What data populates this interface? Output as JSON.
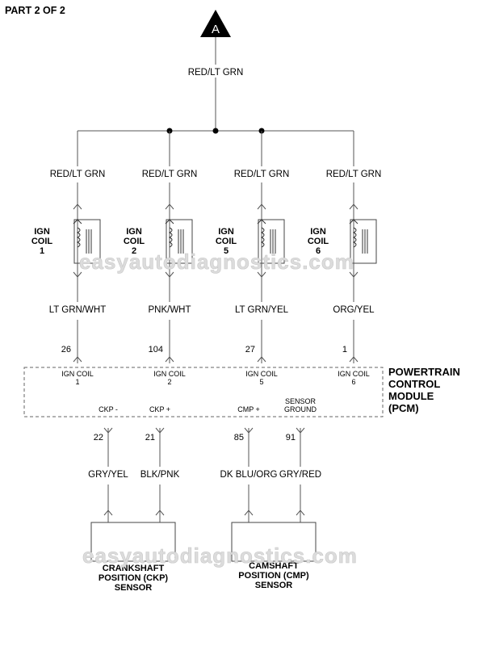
{
  "header": {
    "part": "PART 2 OF 2"
  },
  "connector": {
    "label": "A"
  },
  "feed_wire": "RED/LT GRN",
  "coils": [
    {
      "name": [
        "IGN",
        "COIL",
        "1"
      ],
      "supply_wire": "RED/LT GRN",
      "ctrl_wire": "LT GRN/WHT",
      "pcm_pin": "26",
      "pcm_label": [
        "IGN COIL",
        "1"
      ]
    },
    {
      "name": [
        "IGN",
        "COIL",
        "2"
      ],
      "supply_wire": "RED/LT GRN",
      "ctrl_wire": "PNK/WHT",
      "pcm_pin": "104",
      "pcm_label": [
        "IGN COIL",
        "2"
      ]
    },
    {
      "name": [
        "IGN",
        "COIL",
        "5"
      ],
      "supply_wire": "RED/LT GRN",
      "ctrl_wire": "LT GRN/YEL",
      "pcm_pin": "27",
      "pcm_label": [
        "IGN COIL",
        "5"
      ]
    },
    {
      "name": [
        "IGN",
        "COIL",
        "6"
      ],
      "supply_wire": "RED/LT GRN",
      "ctrl_wire": "ORG/YEL",
      "pcm_pin": "1",
      "pcm_label": [
        "IGN COIL",
        "6"
      ]
    }
  ],
  "pcm": {
    "title": [
      "POWERTRAIN",
      "CONTROL",
      "MODULE",
      "(PCM)"
    ]
  },
  "sensor_pins": [
    {
      "pcm_label": [
        "CKP -"
      ],
      "pin": "22",
      "wire": "GRY/YEL"
    },
    {
      "pcm_label": [
        "CKP +"
      ],
      "pin": "21",
      "wire": "BLK/PNK"
    },
    {
      "pcm_label": [
        "CMP +"
      ],
      "pin": "85",
      "wire": "DK BLU/ORG"
    },
    {
      "pcm_label": [
        "SENSOR",
        "GROUND"
      ],
      "pin": "91",
      "wire": "GRY/RED"
    }
  ],
  "sensors": [
    {
      "name": [
        "CRANKSHAFT",
        "POSITION (CKP)",
        "SENSOR"
      ]
    },
    {
      "name": [
        "CAMSHAFT",
        "POSITION (CMP)",
        "SENSOR"
      ]
    }
  ],
  "watermark": "easyautodiagnostics.com"
}
